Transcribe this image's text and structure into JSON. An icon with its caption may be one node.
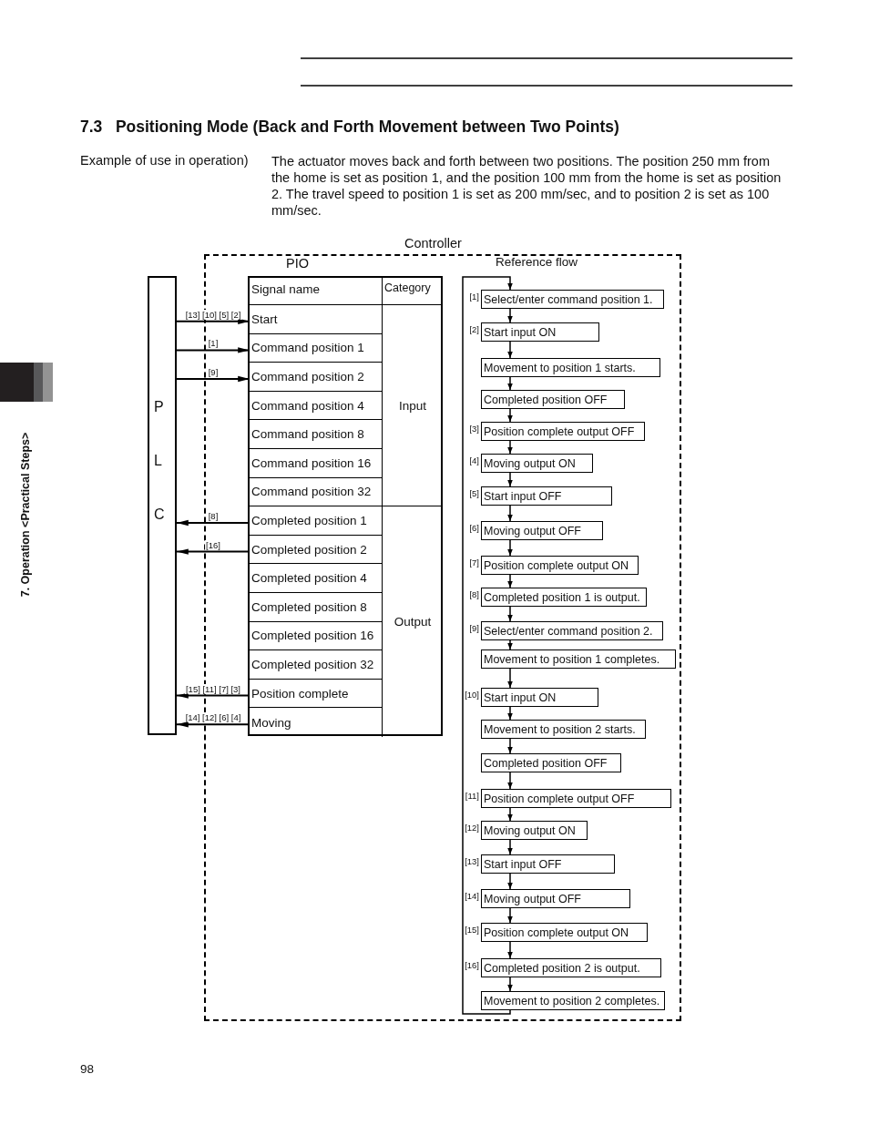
{
  "diagram": {
    "title": "7.3   Positioning Mode (Back and Forth Movement between Two Points)",
    "nodes": [
      {
        "text": [
          "Controller"
        ]
      },
      {
        "text": [
          "P",
          "L",
          "C"
        ]
      },
      {
        "text": [
          "PIO",
          "Signal name",
          "Category"
        ],
        "in": 0
      },
      {
        "text": [
          "Start"
        ],
        "in": 2
      },
      {
        "text": [
          "Command position 1"
        ],
        "in": 2
      },
      {
        "text": [
          "Command position 2"
        ],
        "in": 2
      },
      {
        "text": [
          "Command position 4"
        ],
        "in": 2
      },
      {
        "text": [
          "Command position 8"
        ],
        "in": 2
      },
      {
        "text": [
          "Command position 16"
        ],
        "in": 2
      },
      {
        "text": [
          "Command position 32"
        ],
        "in": 2
      },
      {
        "text": [
          "Completed position 1"
        ],
        "in": 2
      },
      {
        "text": [
          "Completed position 2"
        ],
        "in": 2
      },
      {
        "text": [
          "Completed position 4"
        ],
        "in": 2
      },
      {
        "text": [
          "Completed position 8"
        ],
        "in": 2
      },
      {
        "text": [
          "Completed position 16"
        ],
        "in": 2
      },
      {
        "text": [
          "Completed position 32"
        ],
        "in": 2
      },
      {
        "text": [
          "Position complete"
        ],
        "in": 2
      },
      {
        "text": [
          "Moving"
        ],
        "in": 2
      },
      {
        "text": [
          "Input"
        ],
        "in": 2
      },
      {
        "text": [
          "Output"
        ],
        "in": 2
      },
      {
        "text": [
          "Select/enter command position 1."
        ],
        "beside": [
          "[1]"
        ],
        "in": 0
      },
      {
        "text": [
          "Start input ON"
        ],
        "beside": [
          "[2]"
        ],
        "in": 0
      },
      {
        "text": [
          "Movement to position 1 starts."
        ],
        "in": 0
      },
      {
        "text": [
          "Completed position OFF"
        ],
        "in": 0
      },
      {
        "text": [
          "Position complete output OFF"
        ],
        "beside": [
          "[3]"
        ],
        "in": 0
      },
      {
        "text": [
          "Moving output ON"
        ],
        "beside": [
          "[4]"
        ],
        "in": 0
      },
      {
        "text": [
          "Start input OFF"
        ],
        "beside": [
          "[5]"
        ],
        "in": 0
      },
      {
        "text": [
          "Moving output OFF"
        ],
        "beside": [
          "[6]"
        ],
        "in": 0
      },
      {
        "text": [
          "Position complete output ON"
        ],
        "beside": [
          "[7]"
        ],
        "in": 0
      },
      {
        "text": [
          "Completed position 1 is output."
        ],
        "beside": [
          "[8]"
        ],
        "in": 0
      },
      {
        "text": [
          "Select/enter command position 2."
        ],
        "beside": [
          "[9]"
        ],
        "in": 0
      },
      {
        "text": [
          "Movement to position 1 completes."
        ],
        "in": 0
      },
      {
        "text": [
          "Start input ON"
        ],
        "beside": [
          "[10]"
        ],
        "in": 0
      },
      {
        "text": [
          "Movement to position 2 starts."
        ],
        "in": 0
      },
      {
        "text": [
          "Completed position OFF"
        ],
        "in": 0
      },
      {
        "text": [
          "Position complete output OFF"
        ],
        "beside": [
          "[11]"
        ],
        "in": 0
      },
      {
        "text": [
          "Moving output ON"
        ],
        "beside": [
          "[12]"
        ],
        "in": 0
      },
      {
        "text": [
          "Start input OFF"
        ],
        "beside": [
          "[13]"
        ],
        "in": 0
      },
      {
        "text": [
          "Moving output OFF"
        ],
        "beside": [
          "[14]"
        ],
        "in": 0
      },
      {
        "text": [
          "Position complete output ON"
        ],
        "beside": [
          "[15]"
        ],
        "in": 0
      },
      {
        "text": [
          "Completed position 2 is output."
        ],
        "beside": [
          "[16]"
        ],
        "in": 0
      },
      {
        "text": [
          "Movement to position 2 completes."
        ],
        "in": 0
      }
    ],
    "edges": [
      {
        "from": 1,
        "to": 3,
        "arrow": "to",
        "label": "[13] [10] [5] [2]"
      },
      {
        "from": 1,
        "to": 4,
        "arrow": "to",
        "label": "[1]"
      },
      {
        "from": 1,
        "to": 5,
        "arrow": "to",
        "label": "[9]"
      },
      {
        "from": 10,
        "to": 1,
        "arrow": "to",
        "label": "[8]"
      },
      {
        "from": 11,
        "to": 1,
        "arrow": "to",
        "label": "[16]"
      },
      {
        "from": 16,
        "to": 1,
        "arrow": "to",
        "label": "[15] [11] [7] [3]"
      },
      {
        "from": 17,
        "to": 1,
        "arrow": "to",
        "label": "[14] [12] [6] [4]"
      },
      {
        "from": 20,
        "to": 21,
        "arrow": "to"
      },
      {
        "from": 21,
        "to": 22,
        "arrow": "to"
      },
      {
        "from": 22,
        "to": 23,
        "arrow": "to"
      },
      {
        "from": 23,
        "to": 24,
        "arrow": "to"
      },
      {
        "from": 24,
        "to": 25,
        "arrow": "to"
      },
      {
        "from": 25,
        "to": 26,
        "arrow": "to"
      },
      {
        "from": 26,
        "to": 27,
        "arrow": "to"
      },
      {
        "from": 27,
        "to": 28,
        "arrow": "to"
      },
      {
        "from": 28,
        "to": 29,
        "arrow": "to"
      },
      {
        "from": 29,
        "to": 30,
        "arrow": "to"
      },
      {
        "from": 30,
        "to": 31,
        "arrow": "to"
      },
      {
        "from": 31,
        "to": 32,
        "arrow": "to"
      },
      {
        "from": 32,
        "to": 33,
        "arrow": "to"
      },
      {
        "from": 33,
        "to": 34,
        "arrow": "to"
      },
      {
        "from": 34,
        "to": 35,
        "arrow": "to"
      },
      {
        "from": 35,
        "to": 36,
        "arrow": "to"
      },
      {
        "from": 36,
        "to": 37,
        "arrow": "to"
      },
      {
        "from": 37,
        "to": 38,
        "arrow": "to"
      },
      {
        "from": 38,
        "to": 39,
        "arrow": "to"
      },
      {
        "from": 39,
        "to": 40,
        "arrow": "to"
      },
      {
        "from": 40,
        "to": 41,
        "arrow": "to"
      },
      {
        "from": 41,
        "to": 20,
        "arrow": "to"
      }
    ],
    "labels": [
      "Example of use in operation)",
      "The actuator moves back and forth between two positions. The position 250 mm from the home is set as position 1, and the position 100 mm from the home is set as position 2. The travel speed to position 1 is set as 200 mm/sec, and to position 2 is set as 100 mm/sec.",
      "Reference flow",
      "7. Operation <Practical Steps>",
      "98"
    ]
  }
}
